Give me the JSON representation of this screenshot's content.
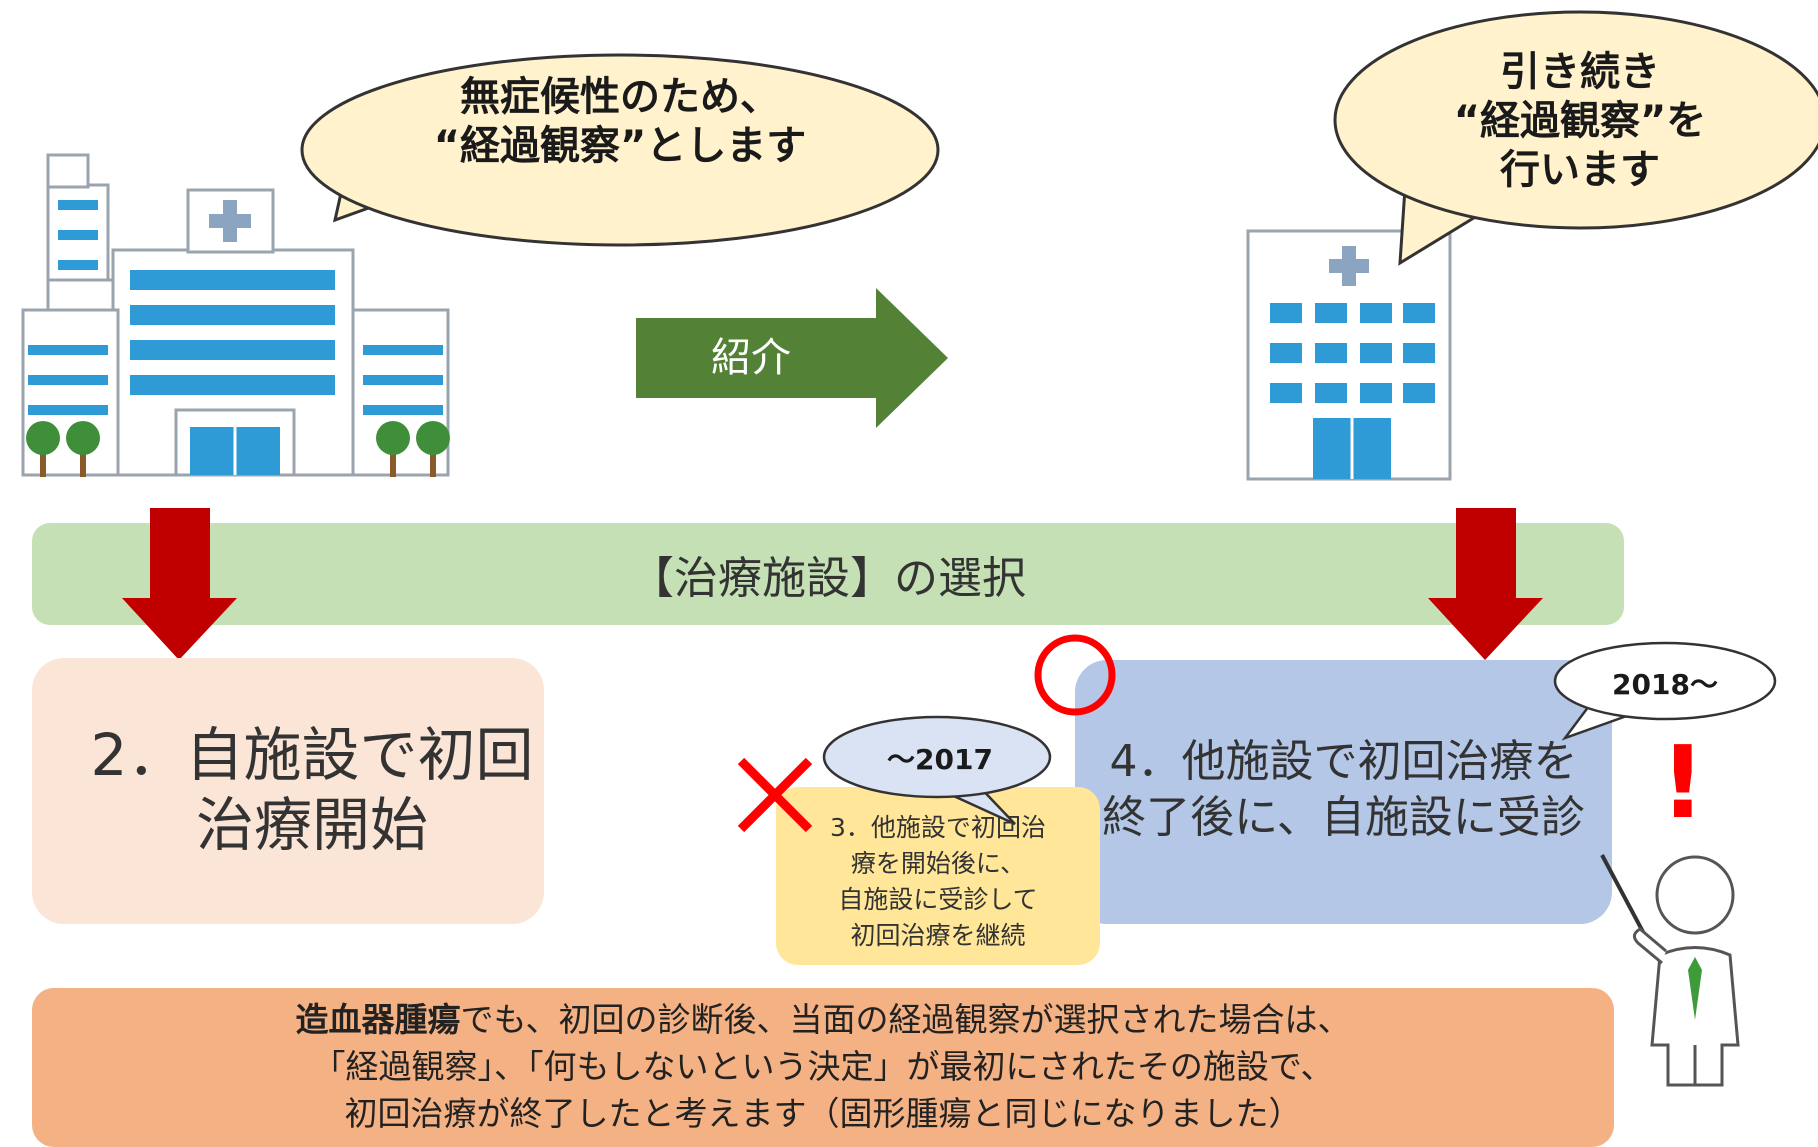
{
  "speech_left": {
    "lines": [
      "無症候性のため、",
      "“経過観察”とします"
    ]
  },
  "speech_right": {
    "lines": [
      "引き続き",
      "“経過観察”を",
      "行います"
    ]
  },
  "referral_arrow": {
    "label": "紹介"
  },
  "facility_band": {
    "label": "【治療施設】の選択"
  },
  "box_2": {
    "lines": [
      "2．自施設で初回",
      "治療開始"
    ]
  },
  "box_3": {
    "lines": [
      "3．他施設で初回治",
      "療を開始後に、",
      "自施設に受診して",
      "初回治療を継続"
    ]
  },
  "box_4": {
    "lines": [
      "4．他施設で初回治療を",
      "終了後に、自施設に受診"
    ]
  },
  "tag_2017": {
    "label": "～2017"
  },
  "tag_2018": {
    "label": "2018～"
  },
  "exclamation": {
    "label": "!"
  },
  "bottom_note": {
    "line1_bold": "造血器腫瘍",
    "line1_rest": "でも、初回の診断後、当面の経過観察が選択された場合は、",
    "line2": "「経過観察」、「何もしないという決定」が最初にされたその施設で、",
    "line3": "初回治療が終了したと考えます（固形腫瘍と同じになりました）"
  },
  "colors": {
    "band": "#c5e0b4",
    "box_2": "#fbe5d6",
    "box_3": "#ffe699",
    "box_4": "#b4c7e7",
    "bottom_note": "#f4b183",
    "red_arrow": "#c00000",
    "green_arrow": "#538135",
    "speech_bubble": "#fff2cc",
    "hospital_window": "#2e9bd6",
    "cross_mark": "#ff0000",
    "circle_mark": "#ff0000"
  }
}
